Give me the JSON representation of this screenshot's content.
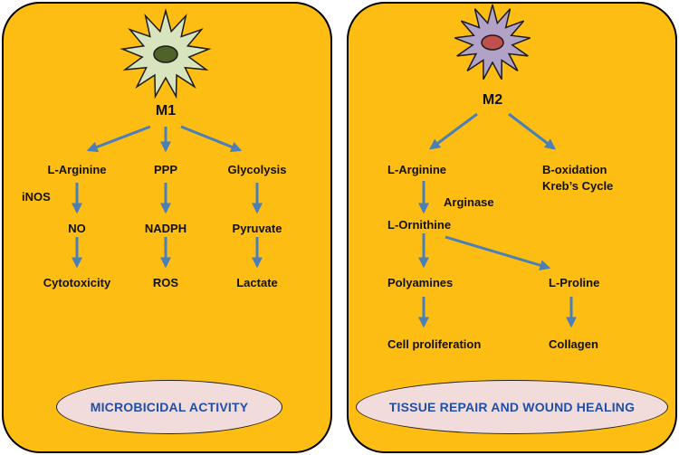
{
  "left": {
    "cell_label": "M1",
    "colors": {
      "cell_fill": "#d7e4bd",
      "nucleus": "#4f6228"
    },
    "pathways": [
      {
        "start": "L-Arginine",
        "middle": "NO",
        "end": "Cytotoxicity",
        "enzyme": "iNOS"
      },
      {
        "start": "PPP",
        "middle": "NADPH",
        "end": "ROS"
      },
      {
        "start": "Glycolysis",
        "middle": "Pyruvate",
        "end": "Lactate"
      }
    ],
    "activity": "MICROBICIDAL ACTIVITY"
  },
  "right": {
    "cell_label": "M2",
    "colors": {
      "cell_fill": "#b3a2c7",
      "nucleus": "#c0504d"
    },
    "arginine": "L-Arginine",
    "enzyme": "Arginase",
    "ornithine": "L-Ornithine",
    "oxidation_line1": "B-oxidation",
    "oxidation_line2": "Kreb’s Cycle",
    "polyamines": "Polyamines",
    "proline": "L-Proline",
    "proliferation": "Cell proliferation",
    "collagen": "Collagen",
    "activity": "TISSUE REPAIR AND WOUND HEALING"
  },
  "style_colors": {
    "panel": "#fdbd12",
    "arrow": "#4a7fb8",
    "oval": "#f2dcdb",
    "oval_text": "#1f4fa8"
  }
}
